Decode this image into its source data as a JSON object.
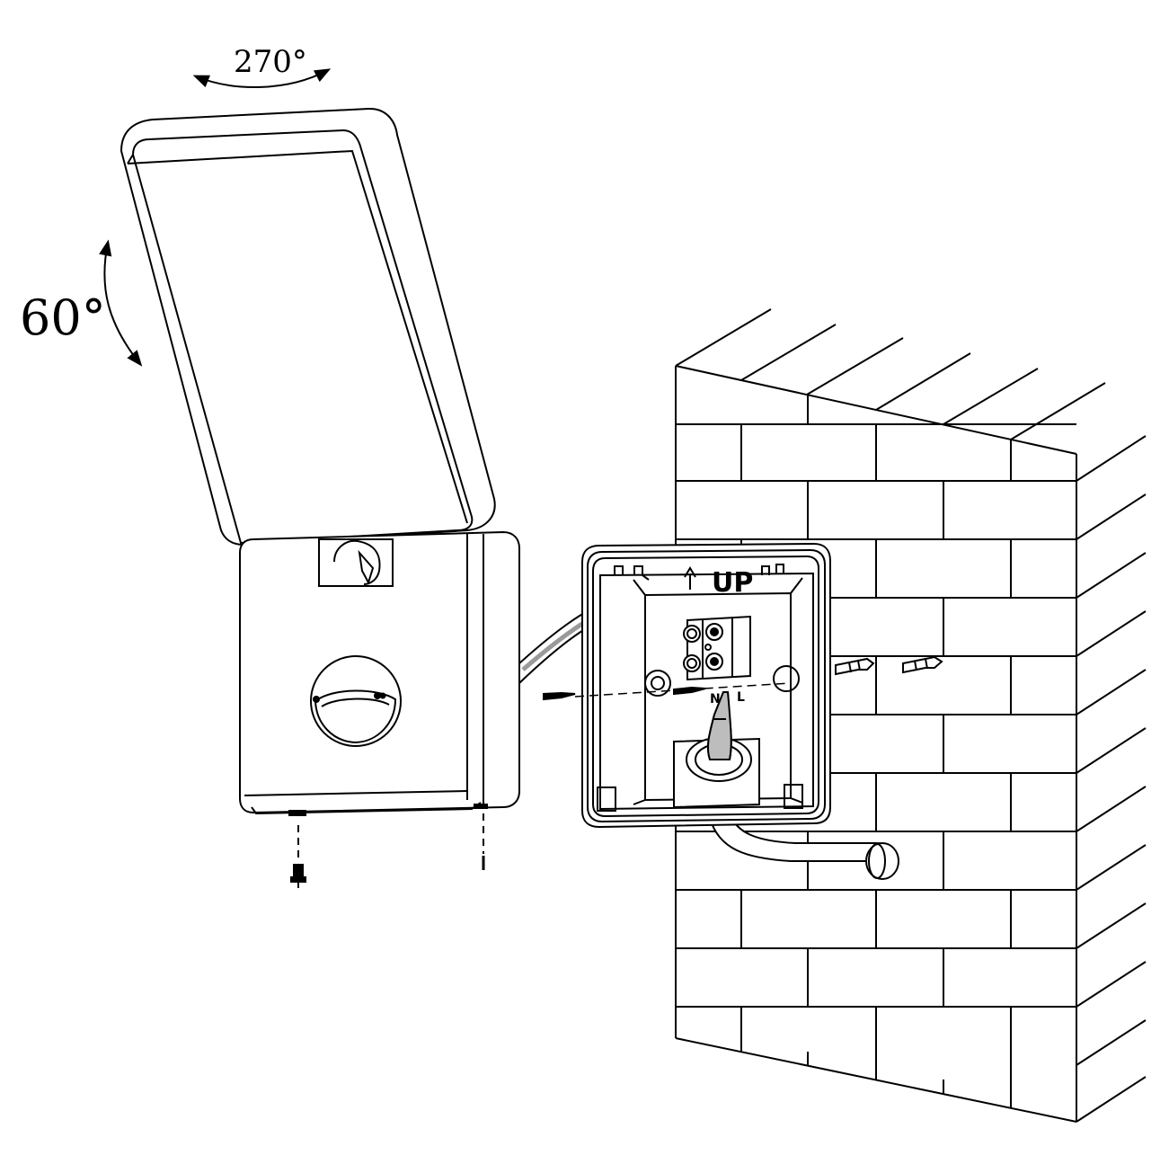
{
  "diagram": {
    "labels": {
      "rotation_horizontal": "270°",
      "rotation_vertical": "60°",
      "mount_orientation": "UP",
      "terminal_neutral": "N",
      "terminal_live": "L"
    },
    "colors": {
      "line": "#000000",
      "background": "#ffffff",
      "cable_fill": "#bdbdbd"
    },
    "icons": [
      "rotation-arrow-icon",
      "tilt-arrow-icon",
      "up-arrow-icon",
      "screw-icon",
      "wall-plug-icon",
      "pir-sensor-icon"
    ]
  }
}
